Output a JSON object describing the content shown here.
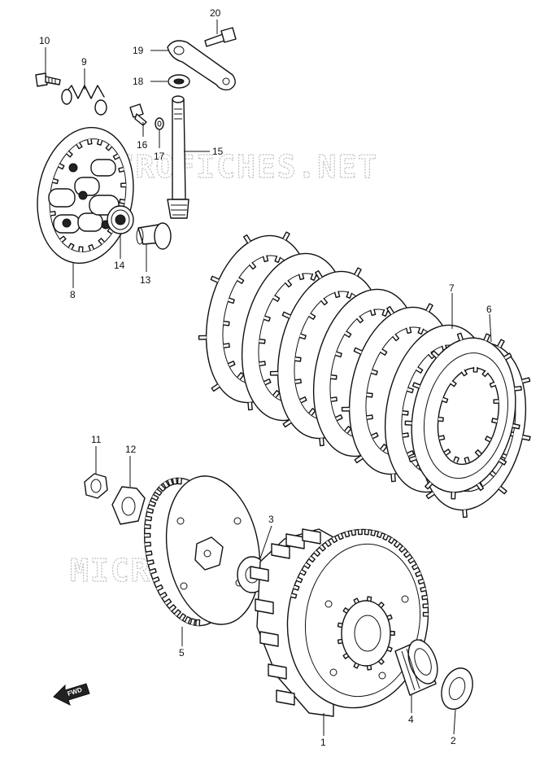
{
  "watermark": {
    "top_text": "MICROFICHES.NET",
    "bottom_text": "MICROFICHES.NET"
  },
  "direction_marker": {
    "label": "FWD",
    "icon": "arrow-left-icon"
  },
  "callouts": [
    {
      "id": "p1",
      "label": "1"
    },
    {
      "id": "p2",
      "label": "2"
    },
    {
      "id": "p3",
      "label": "3"
    },
    {
      "id": "p4",
      "label": "4"
    },
    {
      "id": "p5",
      "label": "5"
    },
    {
      "id": "p6",
      "label": "6"
    },
    {
      "id": "p7",
      "label": "7"
    },
    {
      "id": "p8",
      "label": "8"
    },
    {
      "id": "p9",
      "label": "9"
    },
    {
      "id": "p10",
      "label": "10"
    },
    {
      "id": "p11",
      "label": "11"
    },
    {
      "id": "p12",
      "label": "12"
    },
    {
      "id": "p13",
      "label": "13"
    },
    {
      "id": "p14",
      "label": "14"
    },
    {
      "id": "p15",
      "label": "15"
    },
    {
      "id": "p16",
      "label": "16"
    },
    {
      "id": "p17",
      "label": "17"
    },
    {
      "id": "p18",
      "label": "18"
    },
    {
      "id": "p19",
      "label": "19"
    },
    {
      "id": "p20",
      "label": "20"
    }
  ]
}
